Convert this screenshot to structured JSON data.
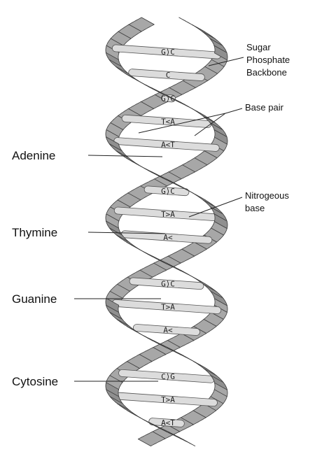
{
  "labels": {
    "sugar_phosphate_backbone": [
      "Sugar",
      "Phosphate",
      "Backbone"
    ],
    "base_pair": "Base pair",
    "nitrogenous_base": [
      "Nitrogeous",
      "base"
    ],
    "adenine": "Adenine",
    "thymine": "Thymine",
    "guanine": "Guanine",
    "cytosine": "Cytosine"
  },
  "base_pairs": [
    {
      "text": "G⟩C",
      "visible": true
    },
    {
      "text": "C",
      "visible": true
    },
    {
      "text": "G⟩C",
      "visible": true
    },
    {
      "text": "T<A",
      "visible": true
    },
    {
      "text": "A<T",
      "visible": true
    },
    {
      "text": "",
      "visible": false
    },
    {
      "text": "G⟩C",
      "visible": true
    },
    {
      "text": "T>A",
      "visible": true
    },
    {
      "text": "A<",
      "visible": true
    },
    {
      "text": "",
      "visible": false
    },
    {
      "text": "G⟩C",
      "visible": true
    },
    {
      "text": "T>A",
      "visible": true
    },
    {
      "text": "A<",
      "visible": true
    },
    {
      "text": "",
      "visible": false
    },
    {
      "text": "C⟩G",
      "visible": true
    },
    {
      "text": "T>A",
      "visible": true
    },
    {
      "text": "A<T",
      "visible": true
    }
  ],
  "colors": {
    "strand_fill": "#8f8f8f",
    "strand_edge": "#3a3a3a",
    "rung_fill": "#dcdcdc",
    "rung_edge": "#555555"
  }
}
